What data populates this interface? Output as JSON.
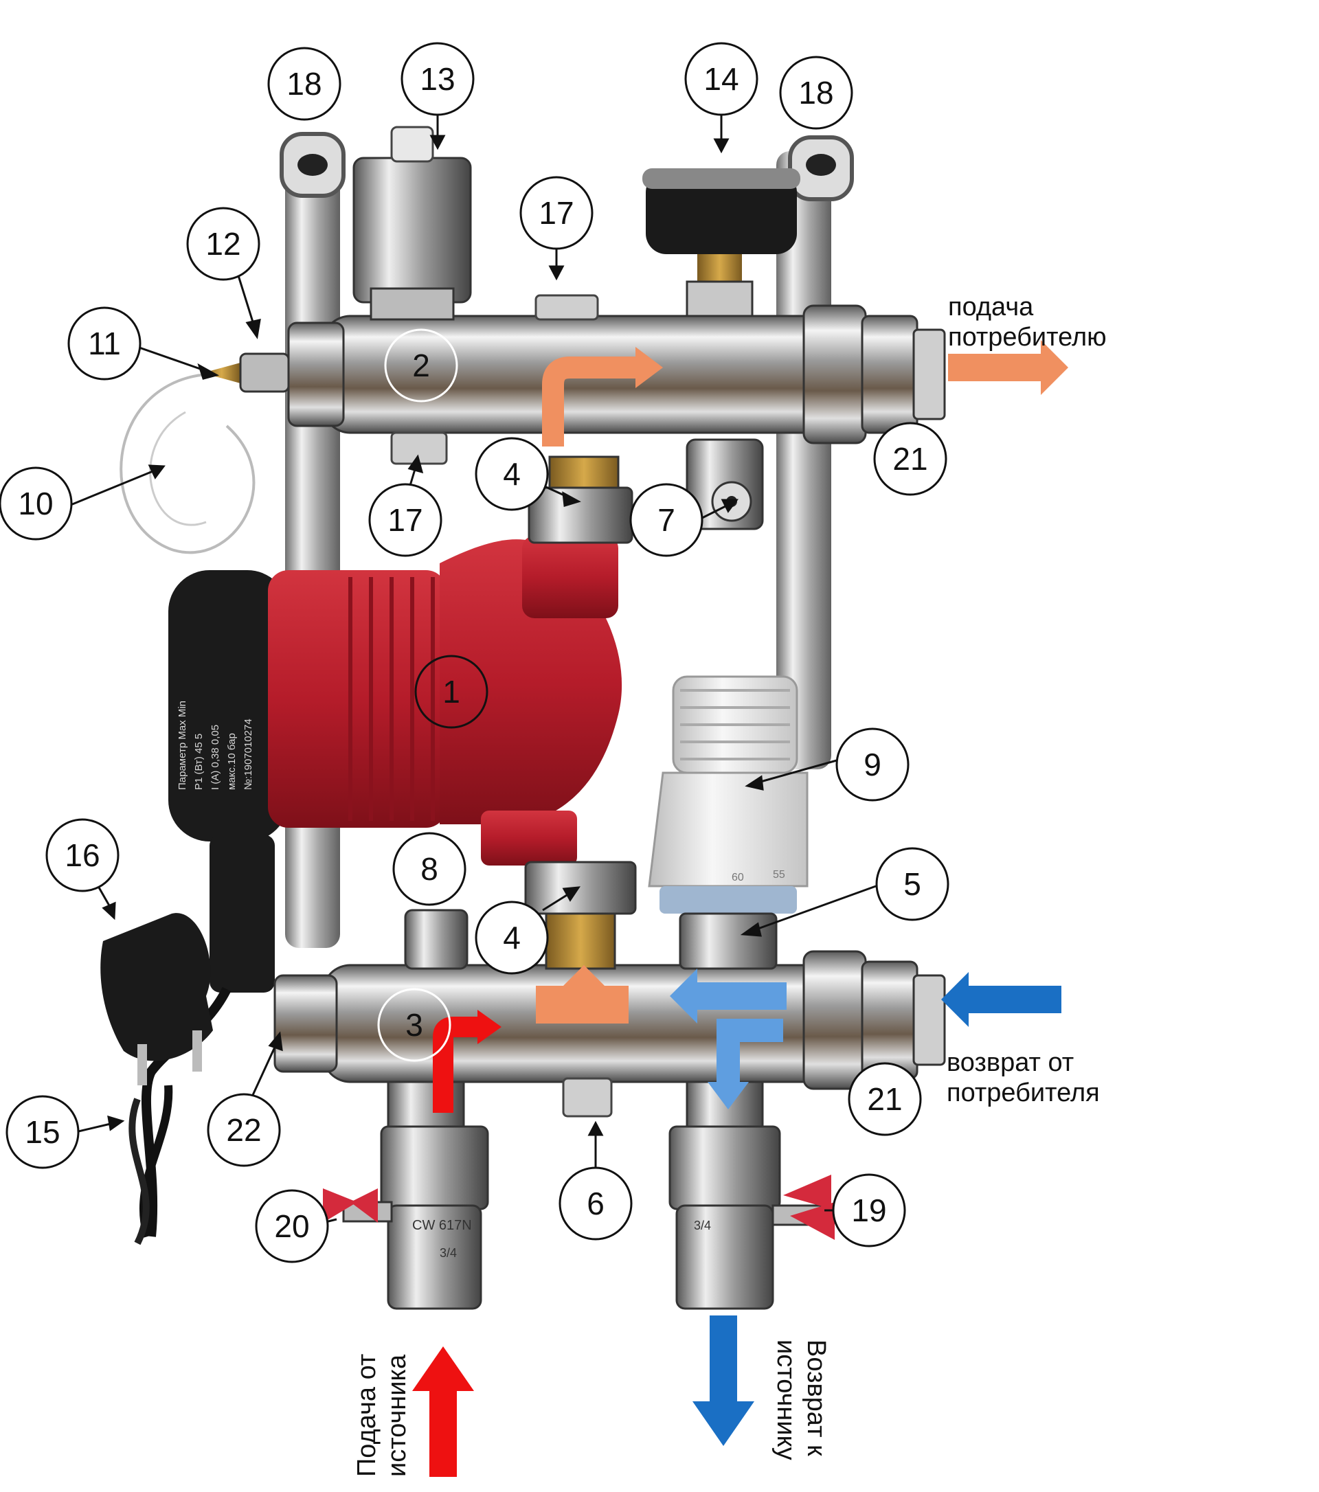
{
  "callouts": [
    "1",
    "2",
    "3",
    "4",
    "4",
    "5",
    "6",
    "7",
    "8",
    "9",
    "10",
    "11",
    "12",
    "13",
    "14",
    "15",
    "16",
    "17",
    "17",
    "18",
    "18",
    "19",
    "20",
    "21",
    "21",
    "22"
  ],
  "labels": {
    "supply_consumer_l1": "подача",
    "supply_consumer_l2": "потребителю",
    "return_consumer_l1": "возврат от",
    "return_consumer_l2": "потребителя",
    "supply_source_l1": "Подача от",
    "supply_source_l2": "источника",
    "return_source_l1": "Возврат к",
    "return_source_l2": "источнику"
  },
  "pump_plate": {
    "l1": "Параметр  Max  Min",
    "l2": "P1 (Вт)   45    5",
    "l3": "I (A)    0,38  0,05",
    "l4": "макс.10 бар",
    "l5": "№:1907010274"
  },
  "valve_marks": {
    "left_valve": "CW 617N",
    "left_valve_small": "3/4",
    "right_valve": "3/4"
  },
  "thermo_scale": {
    "v60": "60",
    "v55": "55"
  },
  "colors": {
    "hot_supply": "#ee1111",
    "warm_supply": "#f09060",
    "cold_return": "#1a6fc4",
    "light_return": "#5f9ee0",
    "pump_red": "#b51c2a",
    "pump_black": "#1b1b1b",
    "chrome": "#c7c7c7",
    "thermohead_white": "#eaeaea"
  }
}
